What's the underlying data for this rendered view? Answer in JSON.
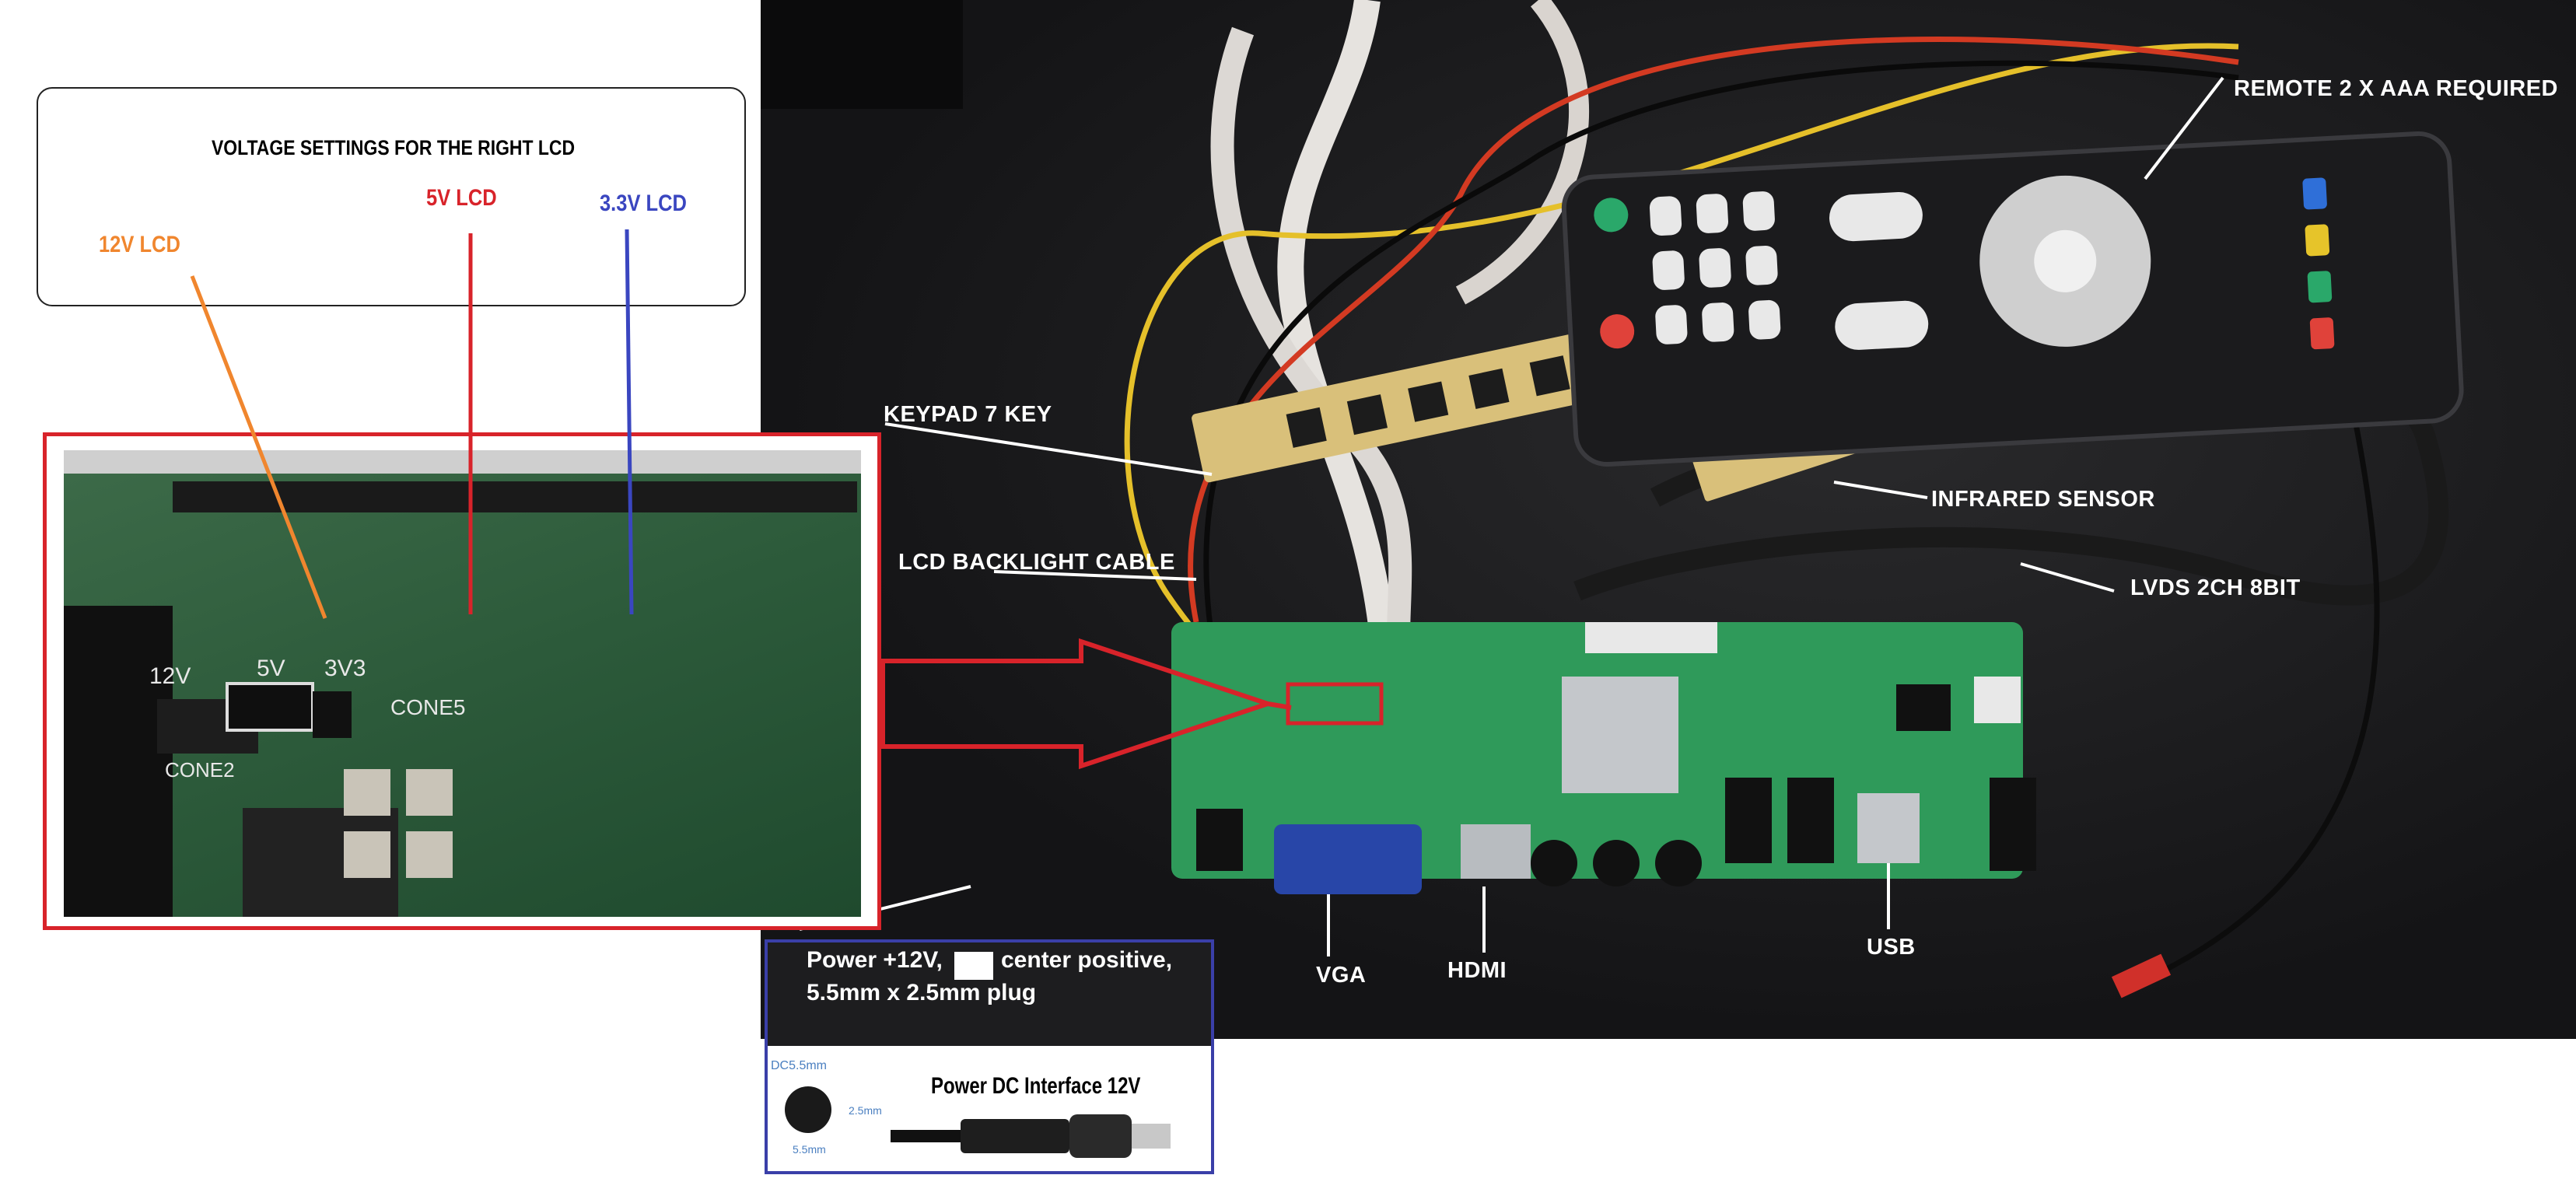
{
  "settings": {
    "title": "VOLTAGE SETTINGS FOR THE RIGHT LCD",
    "v12": "12V LCD",
    "v5": "5V LCD",
    "v33": "3.3V LCD",
    "colors": {
      "v12": "#f0862e",
      "v5": "#d8232a",
      "v33": "#3a46c0"
    }
  },
  "inset": {
    "pcb_labels": [
      "12V",
      "5V",
      "3V3",
      "CONE5",
      "CONE2"
    ]
  },
  "labels": {
    "remote": "REMOTE 2 X AAA REQUIRED",
    "keypad": "KEYPAD 7 KEY",
    "infrared": "INFRARED SENSOR",
    "backlight": "LCD BACKLIGHT CABLE",
    "lvds": "LVDS 2CH 8BIT",
    "vga": "VGA",
    "hdmi": "HDMI",
    "usb": "USB"
  },
  "power": {
    "line1_a": "Power +12V,",
    "line1_b": "center positive,",
    "line2": "5.5mm x 2.5mm plug",
    "dc_label": "DC5.5mm",
    "inner_dim": "2.5mm",
    "outer_dim": "5.5mm",
    "interface": "Power DC Interface 12V"
  }
}
